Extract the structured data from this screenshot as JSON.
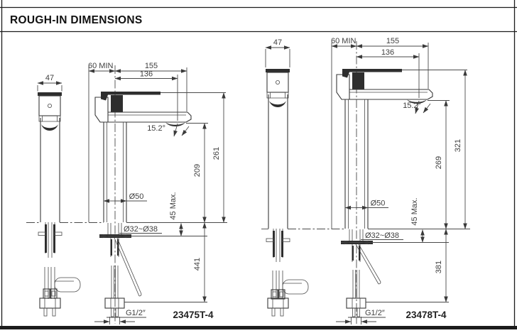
{
  "title": "ROUGH-IN DIMENSIONS",
  "colors": {
    "ink": "#3a3a3a",
    "dim_lines": "#4a4a4a",
    "text": "#3f3f3f"
  },
  "drawings": [
    {
      "model": "23475T-4",
      "front_width": "47",
      "min_clearance": "60 MIN",
      "reach_total": "155",
      "reach_outlet": "136",
      "spray_angle": "15.2°",
      "height_total": "261",
      "height_outlet": "209",
      "body_dia": "Ø50",
      "deck_max": "45 Max.",
      "hole_dia": "Ø32~Ø38",
      "below_deck": "441",
      "thread": "G1/2″"
    },
    {
      "model": "23478T-4",
      "front_width": "47",
      "min_clearance": "60 MIN",
      "reach_total": "155",
      "reach_outlet": "136",
      "spray_angle": "15.2°",
      "height_total": "321",
      "height_outlet": "269",
      "body_dia": "Ø50",
      "deck_max": "45 Max.",
      "hole_dia": "Ø32~Ø38",
      "below_deck": "381",
      "thread": "G1/2″"
    }
  ]
}
